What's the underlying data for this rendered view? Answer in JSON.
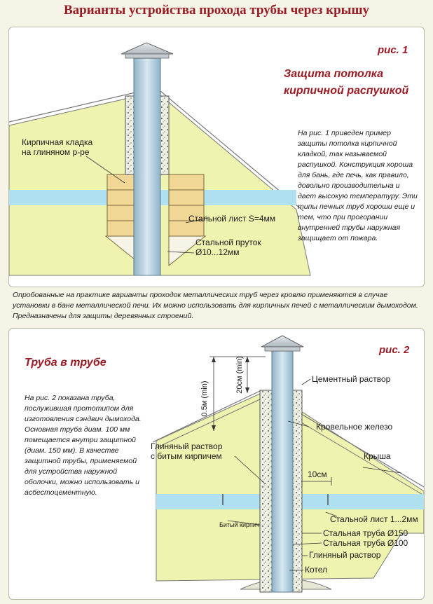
{
  "title": "Варианты устройства прохода трубы через крышу",
  "figure1": {
    "label": "рис. 1",
    "title_line1": "Защита потолка",
    "title_line2": "кирпичной распушкой",
    "description": "На рис. 1 приведен пример защиты потолка кирпичной кладкой, так называемой распушкой. Конструкция хороша для бань, где печь, как правило, довольно производительна и дает высокую температуру. Эти типы печных труб хороши еще и тем, что при прогорании внутренней трубы наружная защищает от пожара.",
    "labels": {
      "brick_line1": "Кирпичная кладка",
      "brick_line2": "на глиняном р-ре",
      "steel_sheet": "Стальной лист S=4мм",
      "rod_line1": "Стальной пруток",
      "rod_line2": "Ø10...12мм"
    }
  },
  "middle_text": "Опробованные на практике варианты проходок металлических труб через кровлю применяются в случае установки в бане металлической печи. Их можно использовать для кирпичных печей с металлическим дымоходом. Предназначены для защиты деревянных строений.",
  "figure2": {
    "label": "рис. 2",
    "title": "Труба в трубе",
    "description": "На рис. 2 показана труба, послужившая прототипом для изготовления сэндвич дымохода. Основная труба диам. 100 мм помещается внутри защитной (диам. 150 мм). В качестве защитной трубы, применяемой для устройства наружной оболочки, можно использовать и асбестоцементную.",
    "labels": {
      "cement": "Цементный раствор",
      "roof_iron": "Кровельное железо",
      "roof": "Крыша",
      "clay_line1": "Глиняный раствор",
      "clay_line2": "с битым кирпичем",
      "dim_10cm": "10см",
      "dim_05m": "0.5м (min)",
      "dim_20cm": "20см (min)",
      "steel_sheet": "Стальной лист 1...2мм",
      "steel_pipe150": "Стальная труба Ø150",
      "steel_pipe100": "Стальная труба Ø100",
      "clay_mortar": "Глиняный раствор",
      "broken_brick": "Битый кирпич",
      "boiler": "Котел"
    }
  },
  "colors": {
    "title": "#9b1b25",
    "fill_yellow": "#eff3b0",
    "beam_blue": "#aee0f0",
    "brick": "#f1d795",
    "pipe": "#b6d2e2",
    "cap": "#cfd6dc"
  }
}
